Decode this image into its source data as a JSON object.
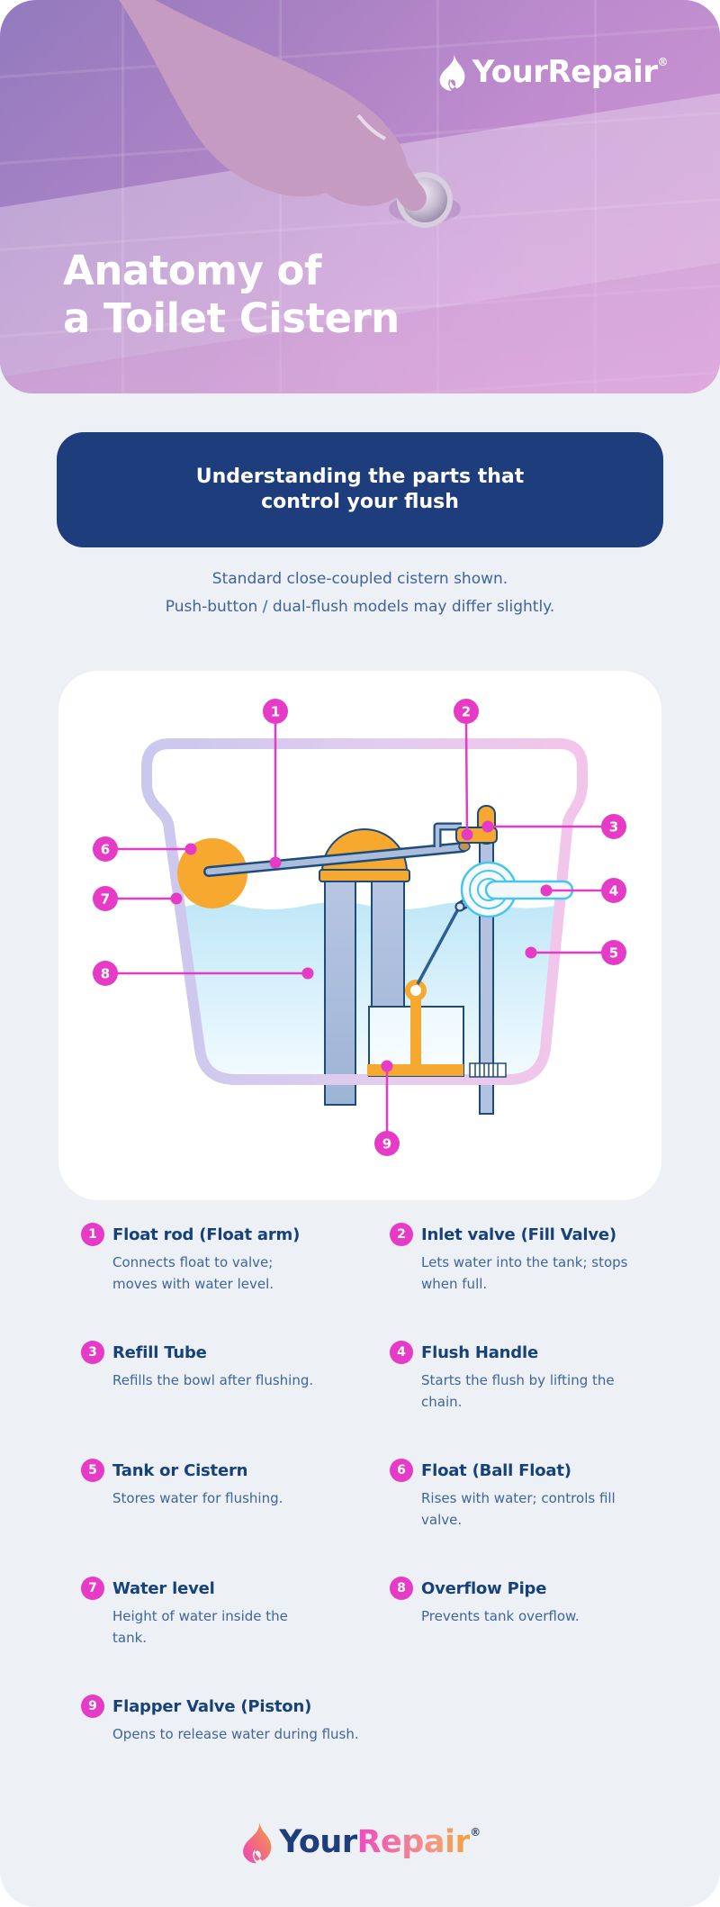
{
  "header": {
    "logo": {
      "brand_your": "Your",
      "brand_repair": "Repair",
      "registered_mark": "®"
    },
    "title_line1": "Anatomy of",
    "title_line2": "a Toilet Cistern"
  },
  "banner": {
    "line1": "Understanding the parts that",
    "line2": "control your flush"
  },
  "subtitle": {
    "line1": "Standard close-coupled cistern shown.",
    "line2": "Push-button / dual-flush models may differ slightly."
  },
  "diagram": {
    "callouts": [
      {
        "number": "1",
        "target": "float-rod"
      },
      {
        "number": "2",
        "target": "inlet-valve"
      },
      {
        "number": "3",
        "target": "refill-tube"
      },
      {
        "number": "4",
        "target": "flush-handle"
      },
      {
        "number": "5",
        "target": "tank-or-cistern"
      },
      {
        "number": "6",
        "target": "float-ball"
      },
      {
        "number": "7",
        "target": "water-level"
      },
      {
        "number": "8",
        "target": "overflow-pipe"
      },
      {
        "number": "9",
        "target": "flapper-valve"
      }
    ]
  },
  "legend": {
    "items": [
      {
        "number": "1",
        "title": "Float rod (Float arm)",
        "description": "Connects float to valve; moves with water level."
      },
      {
        "number": "2",
        "title": "Inlet valve (Fill Valve)",
        "description": "Lets water into the tank; stops when full."
      },
      {
        "number": "3",
        "title": "Refill Tube",
        "description": "Refills the bowl after flushing."
      },
      {
        "number": "4",
        "title": "Flush Handle",
        "description": "Starts the flush by lifting the chain."
      },
      {
        "number": "5",
        "title": "Tank or Cistern",
        "description": "Stores water for flushing."
      },
      {
        "number": "6",
        "title": "Float (Ball Float)",
        "description": "Rises with water; controls fill valve."
      },
      {
        "number": "7",
        "title": "Water level",
        "description": "Height of water inside the tank."
      },
      {
        "number": "8",
        "title": "Overflow Pipe",
        "description": "Prevents tank overflow."
      },
      {
        "number": "9",
        "title": "Flapper Valve (Piston)",
        "description": "Opens to release water during flush."
      }
    ]
  },
  "footer": {
    "logo": {
      "brand_your": "Your",
      "brand_repair": "Repair",
      "registered_mark": "®"
    }
  },
  "colors": {
    "accent_magenta": "#e53bc6",
    "navy": "#1e3d7c",
    "heading_navy": "#174279",
    "body_blue": "#3f659c",
    "orange": "#f7a92f",
    "water_blue": "#c0e7f7",
    "tank_lavender": "#c9c7ee",
    "tank_pink": "#f4c4e9",
    "handle_cyan": "#45c6ec",
    "page_background": "#edf1f6"
  }
}
